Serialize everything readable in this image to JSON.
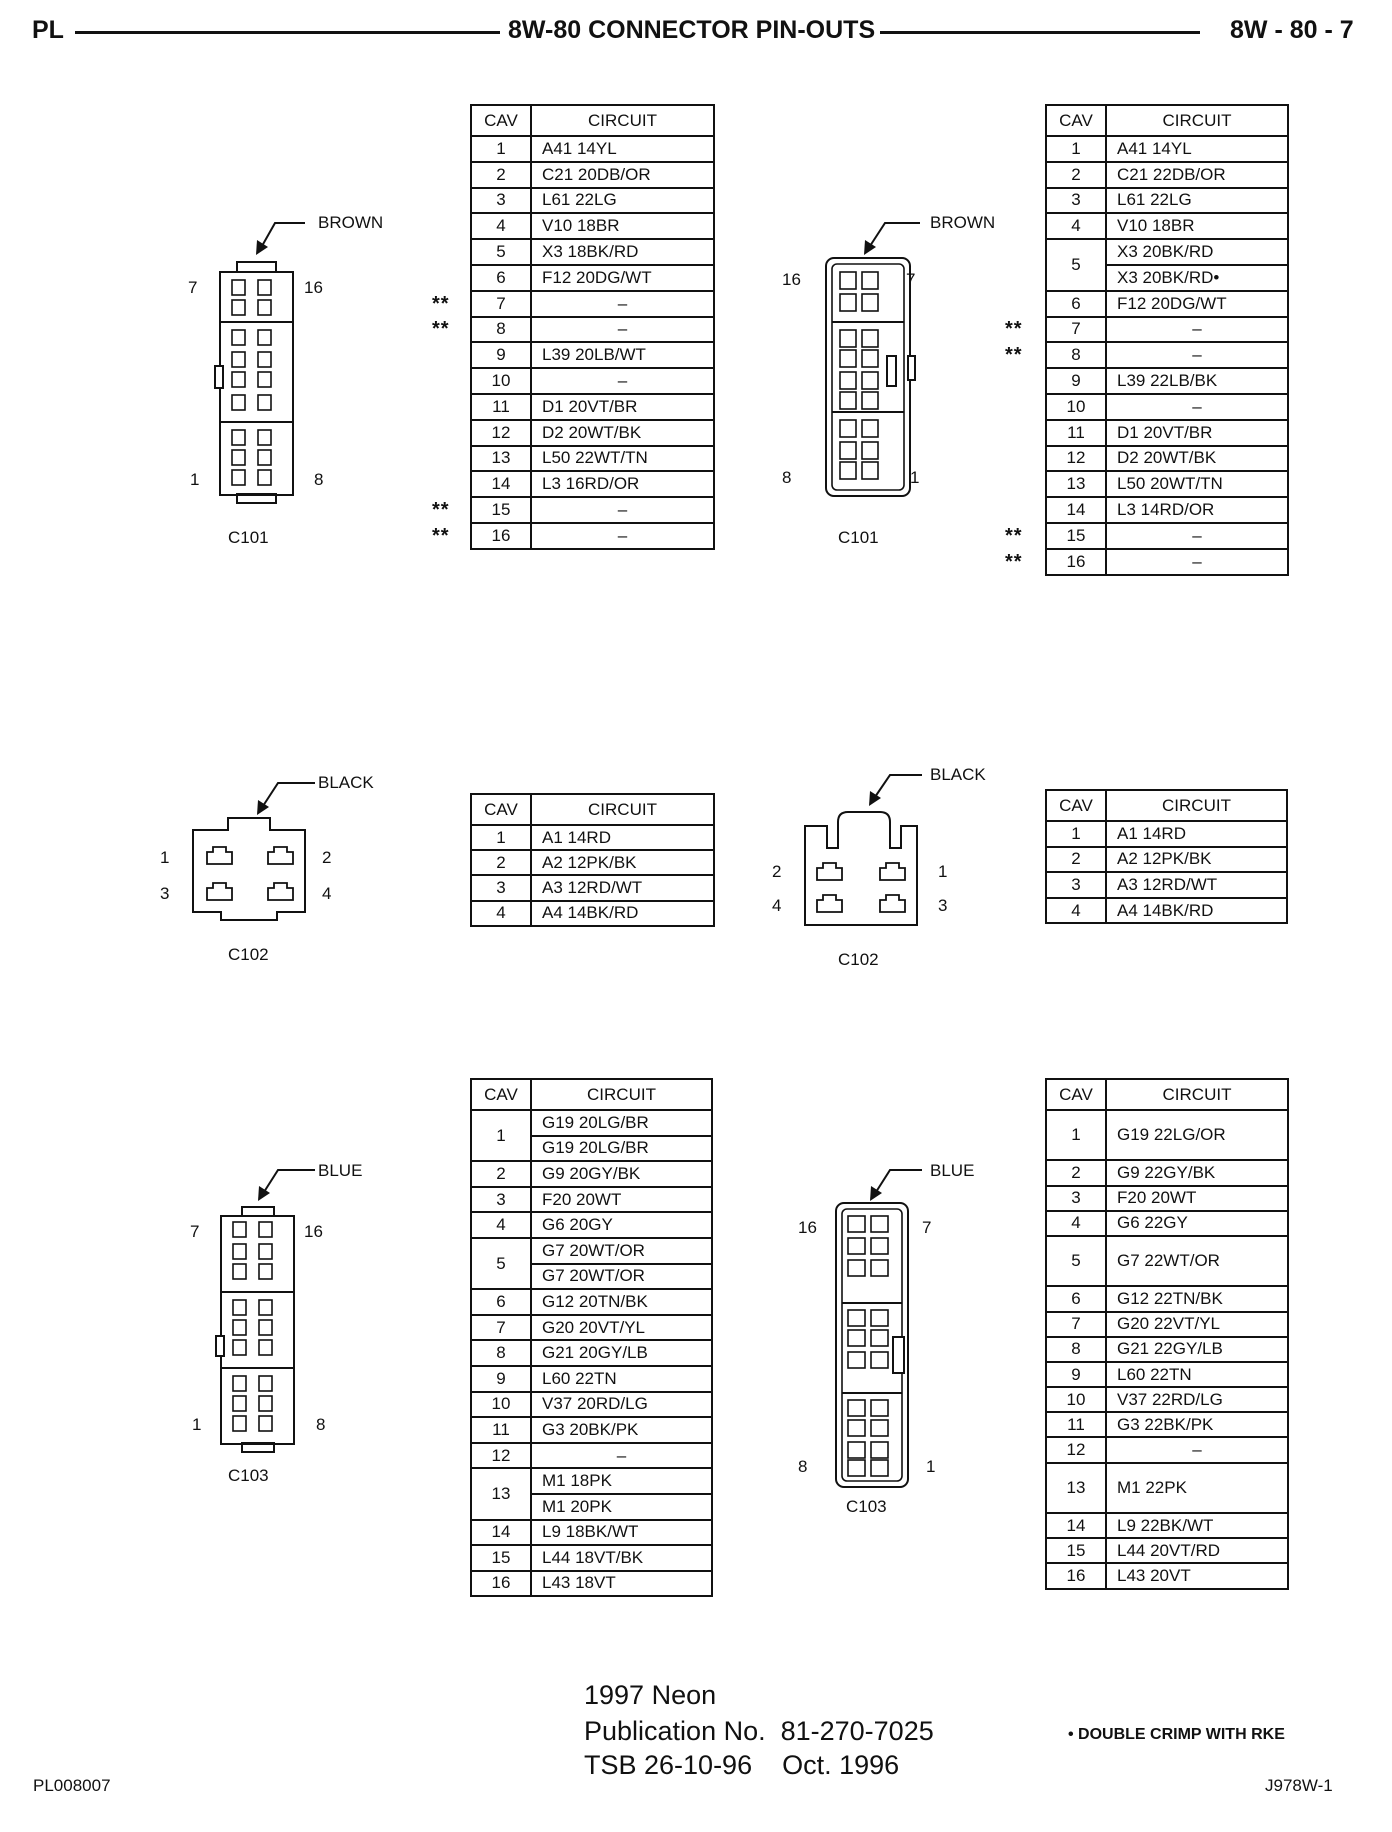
{
  "header": {
    "left": "PL",
    "title": "8W-80 CONNECTOR PIN-OUTS",
    "right": "8W - 80 - 7"
  },
  "connectors": {
    "c101_left": {
      "color": "BROWN",
      "name": "C101",
      "pins": [
        "7",
        "16",
        "1",
        "8"
      ]
    },
    "c101_right": {
      "color": "BROWN",
      "name": "C101",
      "pins": [
        "16",
        "7",
        "8",
        "1"
      ]
    },
    "c102_left": {
      "color": "BLACK",
      "name": "C102",
      "pins": [
        "1",
        "2",
        "3",
        "4"
      ]
    },
    "c102_right": {
      "color": "BLACK",
      "name": "C102",
      "pins": [
        "2",
        "1",
        "4",
        "3"
      ]
    },
    "c103_left": {
      "color": "BLUE",
      "name": "C103",
      "pins": [
        "7",
        "16",
        "1",
        "8"
      ]
    },
    "c103_right": {
      "color": "BLUE",
      "name": "C103",
      "pins": [
        "16",
        "7",
        "8",
        "1"
      ]
    }
  },
  "table_headers": {
    "cav": "CAV",
    "circuit": "CIRCUIT"
  },
  "stars": "**",
  "tables": {
    "t101L": [
      {
        "cav": "1",
        "c": [
          "A41 14YL"
        ]
      },
      {
        "cav": "2",
        "c": [
          "C21 20DB/OR"
        ]
      },
      {
        "cav": "3",
        "c": [
          "L61 22LG"
        ]
      },
      {
        "cav": "4",
        "c": [
          "V10 18BR"
        ]
      },
      {
        "cav": "5",
        "c": [
          "X3 18BK/RD"
        ]
      },
      {
        "cav": "6",
        "c": [
          "F12 20DG/WT"
        ]
      },
      {
        "cav": "7",
        "c": [
          "–"
        ]
      },
      {
        "cav": "8",
        "c": [
          "–"
        ]
      },
      {
        "cav": "9",
        "c": [
          "L39 20LB/WT"
        ]
      },
      {
        "cav": "10",
        "c": [
          "–"
        ]
      },
      {
        "cav": "11",
        "c": [
          "D1 20VT/BR"
        ]
      },
      {
        "cav": "12",
        "c": [
          "D2 20WT/BK"
        ]
      },
      {
        "cav": "13",
        "c": [
          "L50 22WT/TN"
        ]
      },
      {
        "cav": "14",
        "c": [
          "L3 16RD/OR"
        ]
      },
      {
        "cav": "15",
        "c": [
          "–"
        ]
      },
      {
        "cav": "16",
        "c": [
          "–"
        ]
      }
    ],
    "t101R": [
      {
        "cav": "1",
        "c": [
          "A41 14YL"
        ]
      },
      {
        "cav": "2",
        "c": [
          "C21 22DB/OR"
        ]
      },
      {
        "cav": "3",
        "c": [
          "L61 22LG"
        ]
      },
      {
        "cav": "4",
        "c": [
          "V10 18BR"
        ]
      },
      {
        "cav": "5",
        "c": [
          "X3 20BK/RD",
          "X3 20BK/RD•"
        ]
      },
      {
        "cav": "6",
        "c": [
          "F12 20DG/WT"
        ]
      },
      {
        "cav": "7",
        "c": [
          "–"
        ]
      },
      {
        "cav": "8",
        "c": [
          "–"
        ]
      },
      {
        "cav": "9",
        "c": [
          "L39 22LB/BK"
        ]
      },
      {
        "cav": "10",
        "c": [
          "–"
        ]
      },
      {
        "cav": "11",
        "c": [
          "D1 20VT/BR"
        ]
      },
      {
        "cav": "12",
        "c": [
          "D2 20WT/BK"
        ]
      },
      {
        "cav": "13",
        "c": [
          "L50 20WT/TN"
        ]
      },
      {
        "cav": "14",
        "c": [
          "L3 14RD/OR"
        ]
      },
      {
        "cav": "15",
        "c": [
          "–"
        ]
      },
      {
        "cav": "16",
        "c": [
          "–"
        ]
      }
    ],
    "t102L": [
      {
        "cav": "1",
        "c": [
          "A1 14RD"
        ]
      },
      {
        "cav": "2",
        "c": [
          "A2 12PK/BK"
        ]
      },
      {
        "cav": "3",
        "c": [
          "A3 12RD/WT"
        ]
      },
      {
        "cav": "4",
        "c": [
          "A4 14BK/RD"
        ]
      }
    ],
    "t102R": [
      {
        "cav": "1",
        "c": [
          "A1 14RD"
        ]
      },
      {
        "cav": "2",
        "c": [
          "A2 12PK/BK"
        ]
      },
      {
        "cav": "3",
        "c": [
          "A3 12RD/WT"
        ]
      },
      {
        "cav": "4",
        "c": [
          "A4 14BK/RD"
        ]
      }
    ],
    "t103L": [
      {
        "cav": "1",
        "c": [
          "G19 20LG/BR",
          "G19 20LG/BR"
        ]
      },
      {
        "cav": "2",
        "c": [
          "G9 20GY/BK"
        ]
      },
      {
        "cav": "3",
        "c": [
          "F20 20WT"
        ]
      },
      {
        "cav": "4",
        "c": [
          "G6 20GY"
        ]
      },
      {
        "cav": "5",
        "c": [
          "G7 20WT/OR",
          "G7 20WT/OR"
        ]
      },
      {
        "cav": "6",
        "c": [
          "G12 20TN/BK"
        ]
      },
      {
        "cav": "7",
        "c": [
          "G20 20VT/YL"
        ]
      },
      {
        "cav": "8",
        "c": [
          "G21 20GY/LB"
        ]
      },
      {
        "cav": "9",
        "c": [
          "L60 22TN"
        ]
      },
      {
        "cav": "10",
        "c": [
          "V37 20RD/LG"
        ]
      },
      {
        "cav": "11",
        "c": [
          "G3 20BK/PK"
        ]
      },
      {
        "cav": "12",
        "c": [
          "–"
        ]
      },
      {
        "cav": "13",
        "c": [
          "M1 18PK",
          "M1 20PK"
        ]
      },
      {
        "cav": "14",
        "c": [
          "L9 18BK/WT"
        ]
      },
      {
        "cav": "15",
        "c": [
          "L44 18VT/BK"
        ]
      },
      {
        "cav": "16",
        "c": [
          "L43 18VT"
        ]
      }
    ],
    "t103R": [
      {
        "cav": "1",
        "c": [
          "G19 22LG/OR"
        ],
        "tall": 2
      },
      {
        "cav": "2",
        "c": [
          "G9 22GY/BK"
        ]
      },
      {
        "cav": "3",
        "c": [
          "F20 20WT"
        ]
      },
      {
        "cav": "4",
        "c": [
          "G6 22GY"
        ]
      },
      {
        "cav": "5",
        "c": [
          "G7 22WT/OR"
        ],
        "tall": 2
      },
      {
        "cav": "6",
        "c": [
          "G12 22TN/BK"
        ]
      },
      {
        "cav": "7",
        "c": [
          "G20 22VT/YL"
        ]
      },
      {
        "cav": "8",
        "c": [
          "G21 22GY/LB"
        ]
      },
      {
        "cav": "9",
        "c": [
          "L60 22TN"
        ]
      },
      {
        "cav": "10",
        "c": [
          "V37 22RD/LG"
        ]
      },
      {
        "cav": "11",
        "c": [
          "G3 22BK/PK"
        ]
      },
      {
        "cav": "12",
        "c": [
          "–"
        ]
      },
      {
        "cav": "13",
        "c": [
          "M1 22PK"
        ],
        "tall": 2
      },
      {
        "cav": "14",
        "c": [
          "L9 22BK/WT"
        ]
      },
      {
        "cav": "15",
        "c": [
          "L44 20VT/RD"
        ]
      },
      {
        "cav": "16",
        "c": [
          "L43 20VT"
        ]
      }
    ]
  },
  "footer": {
    "vehicle": "1997 Neon",
    "publication": "Publication No.  81-270-7025",
    "tsb": "TSB 26-10-96    Oct. 1996",
    "note": "• DOUBLE CRIMP WITH RKE",
    "left_code": "PL008007",
    "right_code": "J978W-1"
  }
}
